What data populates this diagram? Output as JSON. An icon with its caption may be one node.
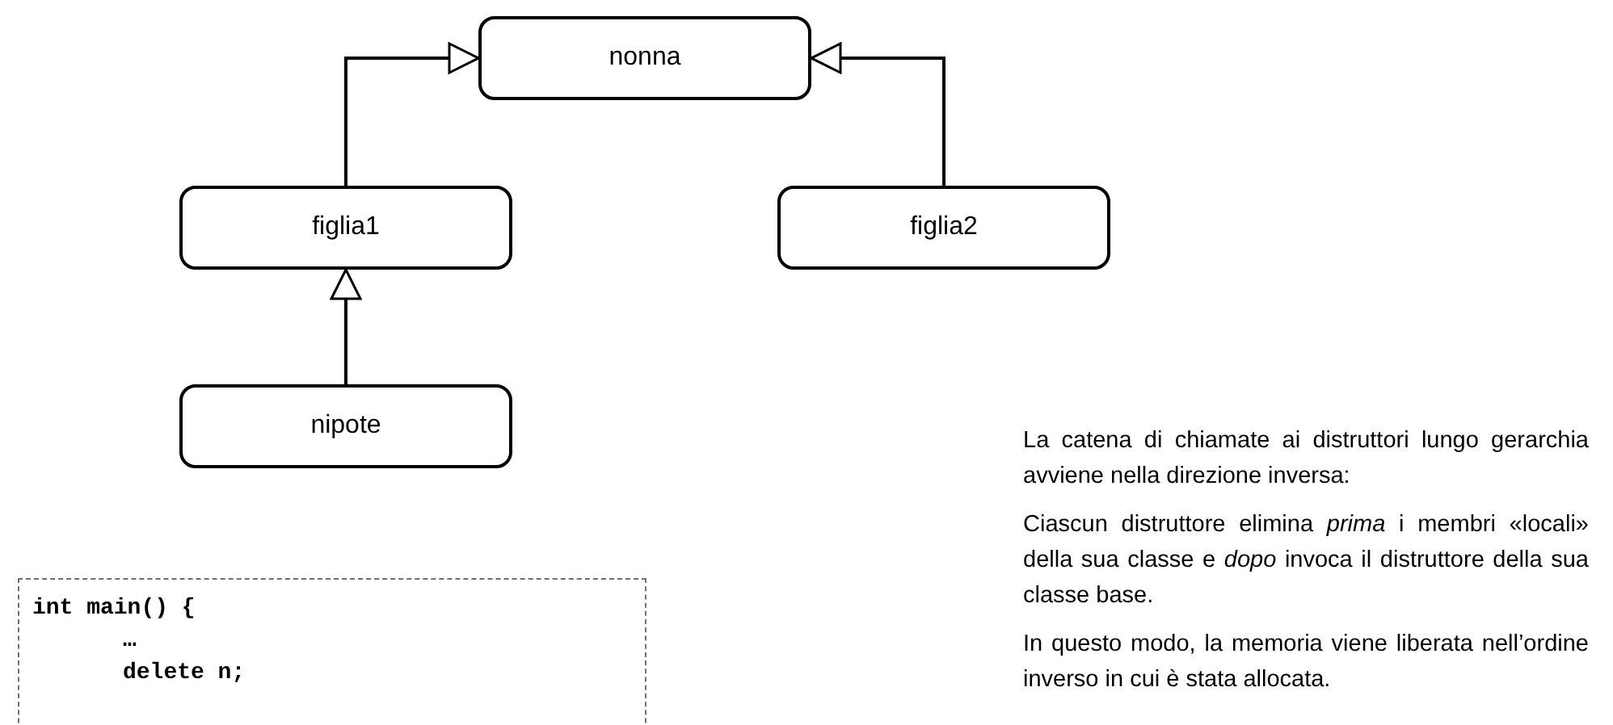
{
  "diagram": {
    "nodes": [
      {
        "text": [
          "nonna"
        ]
      },
      {
        "text": [
          "figlia1"
        ]
      },
      {
        "text": [
          "figlia2"
        ]
      },
      {
        "text": [
          "nipote"
        ]
      },
      {
        "text": [
          "int main() {",
          "…",
          "delete n;"
        ]
      }
    ],
    "edges": [
      {
        "from": 1,
        "to": 0,
        "arrow": "to"
      },
      {
        "from": 2,
        "to": 0,
        "arrow": "to"
      },
      {
        "from": 3,
        "to": 1,
        "arrow": "to"
      }
    ],
    "labels": [
      "La catena di chiamate ai distruttori lungo gerarchia avviene nella direzione inversa:",
      "Ciascun distruttore elimina *prima* i membri «locali» della sua classe e *dopo* invoca il distruttore della sua classe base.",
      "In questo modo, la memoria viene liberata nell’ordine inverso in cui è stata allocata."
    ]
  }
}
